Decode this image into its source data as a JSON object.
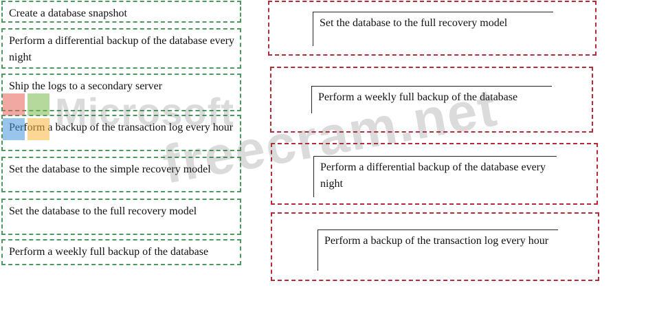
{
  "source_items": [
    "Create a database snapshot",
    "Perform a differential backup of the database every night",
    "Ship the logs to a secondary server",
    "Perform a backup of the transaction log every hour",
    "Set the database to the simple recovery model",
    "Set the database to the full recovery model",
    "Perform a weekly full backup of the database"
  ],
  "answer_slots": [
    "Set the database to the full recovery model",
    "Perform a weekly full backup of the database",
    "Perform a differential backup of the database every night",
    "Perform a backup of the transaction log every hour"
  ],
  "watermark": {
    "brand": "Microsoft",
    "site": "freecram.net"
  },
  "colors": {
    "source_border": "#4a9a5e",
    "target_border": "#b52a36"
  }
}
